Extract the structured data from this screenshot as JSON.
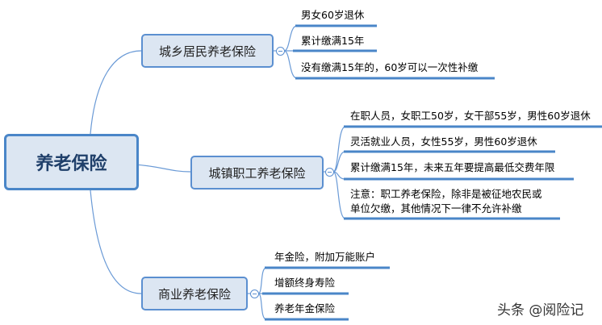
{
  "root": {
    "label": "养老保险"
  },
  "branches": [
    {
      "label": "城乡居民养老保险",
      "leaves": [
        "男女60岁退休",
        "累计缴满15年",
        "没有缴满15年的，60岁可以一次性补缴"
      ]
    },
    {
      "label": "城镇职工养老保险",
      "leaves": [
        "在职人员，女职工50岁，女干部55岁，男性60岁退休",
        "灵活就业人员，女性55岁，男性60岁退休",
        "累计缴满15年，未来五年要提高最低交费年限",
        "注意：职工养老保险，除非是被征地农民或",
        "单位欠缴，其他情况下一律不允许补缴"
      ]
    },
    {
      "label": "商业养老保险",
      "leaves": [
        "年金险，附加万能账户",
        "增额终身寿险",
        "养老年金保险"
      ]
    }
  ],
  "watermark": "头条 @阅险记",
  "colors": {
    "accent": "#4a86c8",
    "fill": "#dce6f2"
  }
}
